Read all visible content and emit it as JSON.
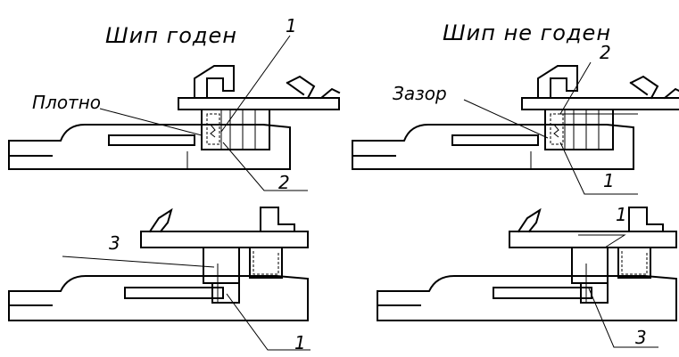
{
  "captions": {
    "good": "Шип годен",
    "not_good": "Шип не годен"
  },
  "labels": {
    "tight": "Плотно",
    "gap": "Зазор",
    "n1": "1",
    "n2": "2",
    "n3": "3"
  },
  "colors": {
    "stroke": "#000000",
    "background": "#ffffff"
  }
}
